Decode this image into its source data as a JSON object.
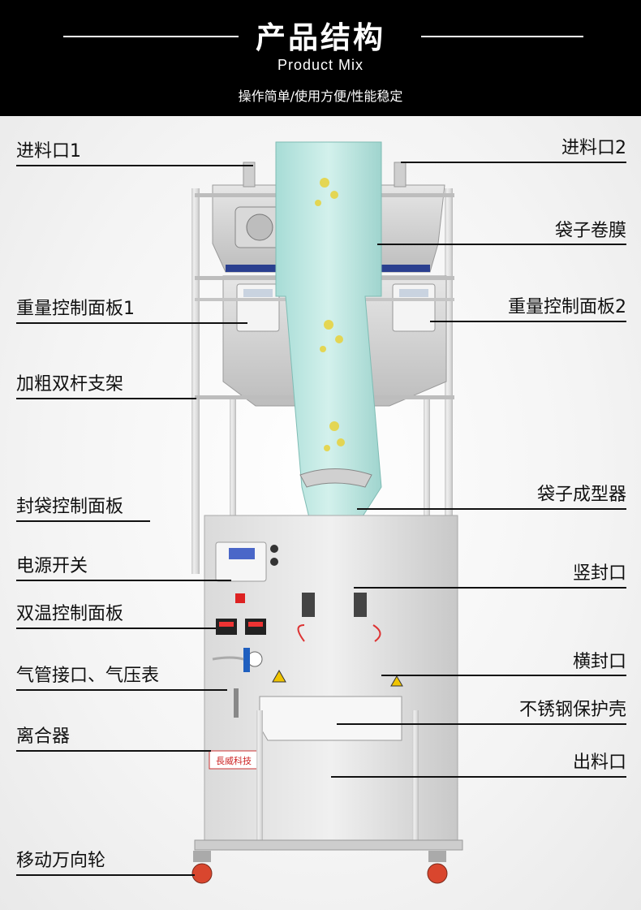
{
  "header": {
    "title": "产品结构",
    "subtitle": "Product  Mix",
    "tagline": "操作简单/使用方便/性能稳定"
  },
  "brand": {
    "logo_text": "長威科技"
  },
  "callouts": {
    "left": [
      "进料口1",
      "重量控制面板1",
      "加粗双杆支架",
      "封袋控制面板",
      "电源开关",
      "双温控制面板",
      "气管接口、气压表",
      "离合器",
      "移动万向轮"
    ],
    "right": [
      "进料口2",
      "袋子卷膜",
      "重量控制面板2",
      "袋子成型器",
      "竖封口",
      "横封口",
      "不锈钢保护壳",
      "出料口"
    ]
  }
}
